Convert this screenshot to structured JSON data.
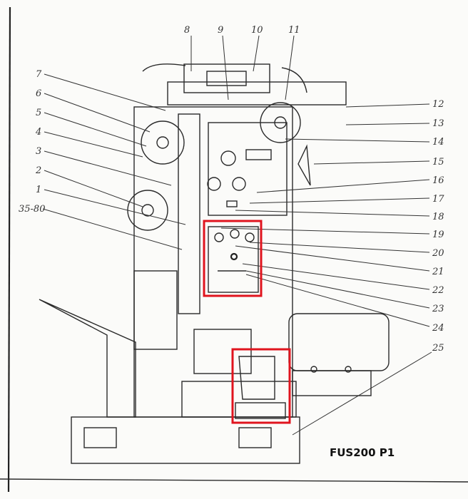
{
  "figure": {
    "caption": "FUS200 P1",
    "highlight_color": "#e0141e",
    "top_labels": [
      "8",
      "9",
      "10",
      "11"
    ],
    "left_labels": [
      "7",
      "6",
      "5",
      "4",
      "3",
      "2",
      "1",
      "35-80"
    ],
    "right_labels": [
      "12",
      "13",
      "14",
      "15",
      "16",
      "17",
      "18",
      "19",
      "20",
      "21",
      "22",
      "23",
      "24",
      "25"
    ]
  }
}
